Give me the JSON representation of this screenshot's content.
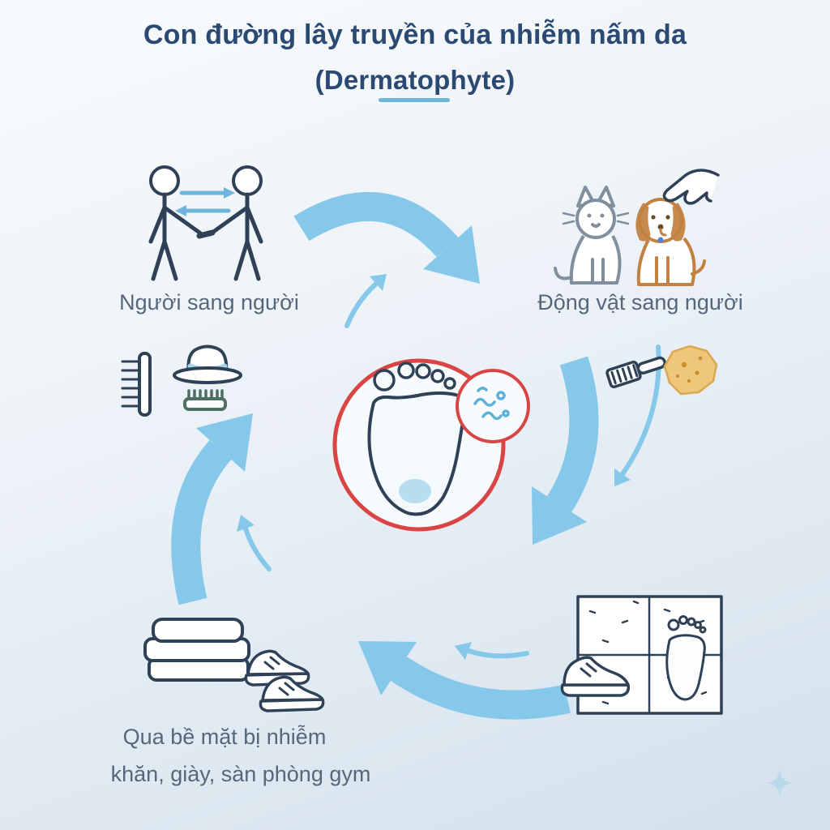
{
  "title": {
    "line1": "Con đường lây truyền của nhiễm nấm da",
    "line2": "(Dermatophyte)"
  },
  "labels": {
    "person_to_person": "Người sang người",
    "animal_to_person": "Động vật sang người",
    "surface_line1": "Qua bề mặt bị nhiễm",
    "surface_line2": "khăn, giày, sàn phòng gym"
  },
  "icons": {
    "center": "infected-foot-with-fungus-icon",
    "top_left": "people-handshake-icon",
    "top_right": "cat-dog-with-reaching-hand-icon",
    "mid_left": "combs-and-hat-icon",
    "mid_right": "brush-and-stained-cloth-icon",
    "bottom_right": "shoe-and-footprint-on-gym-floor-icon",
    "bottom_left": "towel-and-sneakers-icon",
    "corner": "sparkle-icon",
    "cycle": "circular-transmission-arrows"
  },
  "colors": {
    "title": "#2a4a74",
    "label": "#55677a",
    "arrow": "#85c8e9",
    "outline": "#2f4156",
    "red": "#d94444",
    "dog": "#c2813f",
    "cat": "#7f8f9d",
    "accent": "#6fb4dd",
    "light_blue": "#a9d5ec",
    "cloth": "#eec67c",
    "cloth_spot": "#c8912e",
    "comb_green": "#4d6f62",
    "microbe": "#5fb0d8",
    "collar": "#5a7fd6",
    "sparkle": "#b9d8ea"
  }
}
